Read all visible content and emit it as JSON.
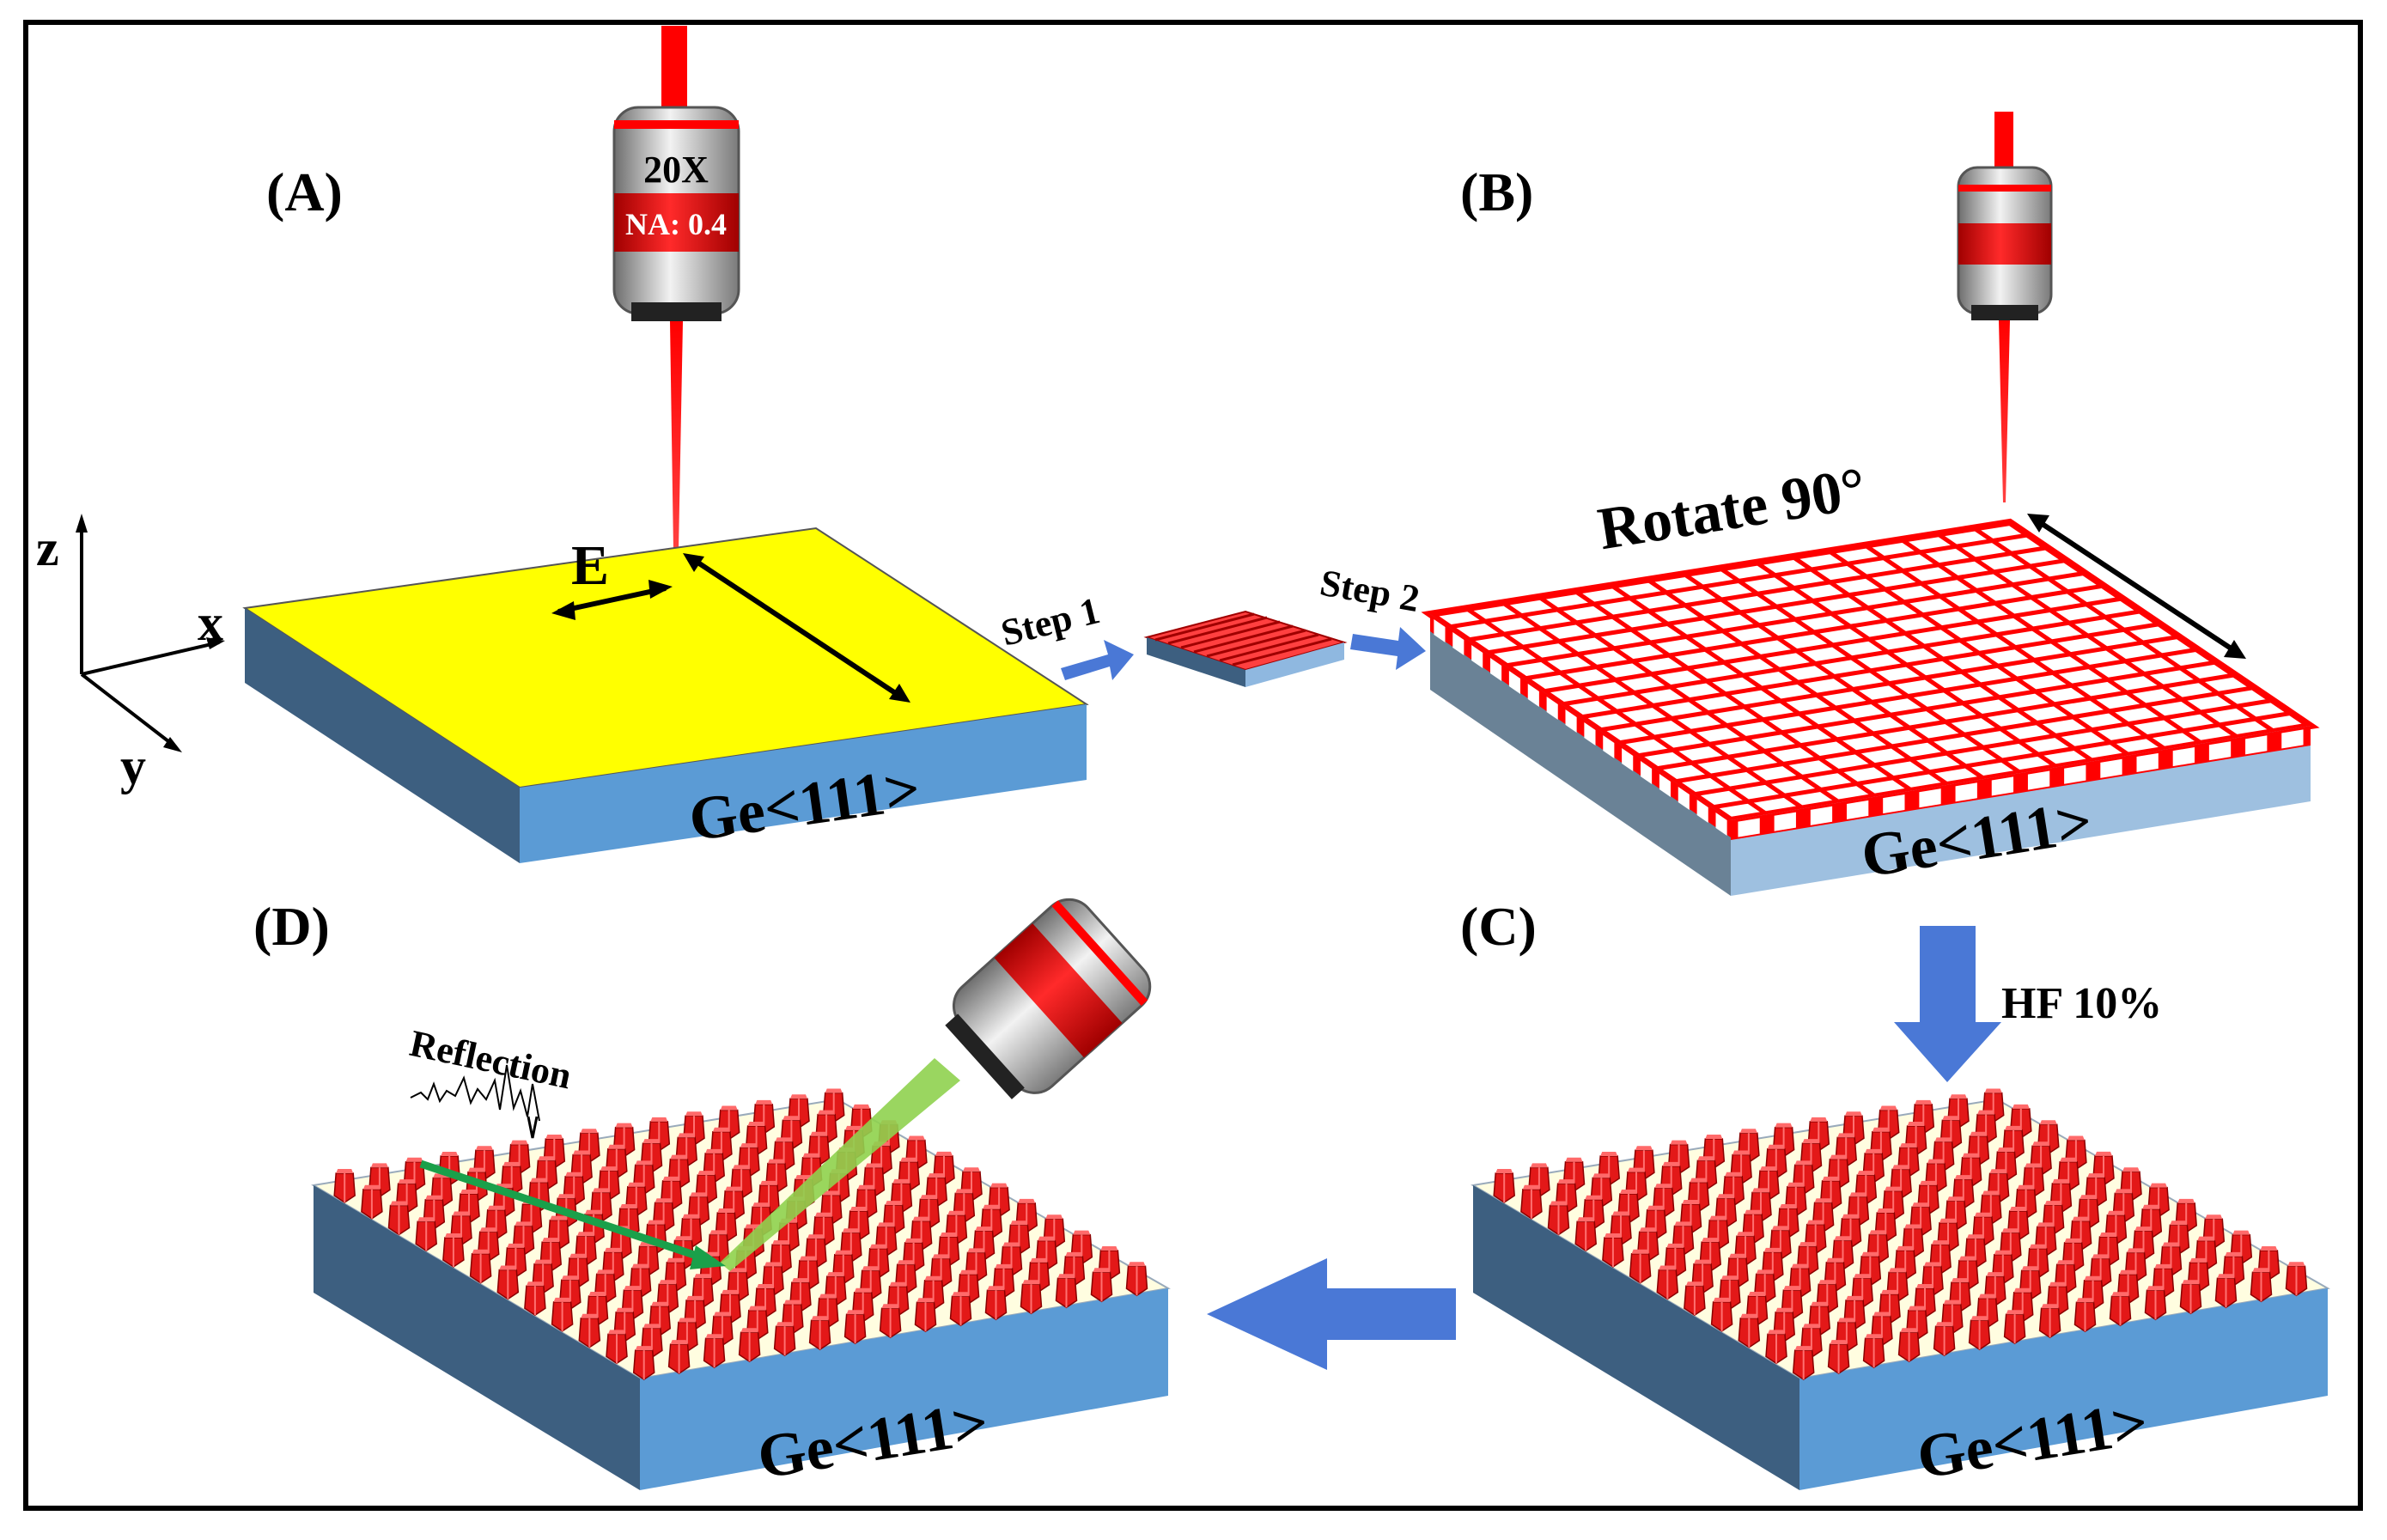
{
  "panels": {
    "a": {
      "label": "(A)"
    },
    "b": {
      "label": "(B)"
    },
    "c": {
      "label": "(C)"
    },
    "d": {
      "label": "(D)"
    }
  },
  "objective": {
    "magnification": "20X",
    "na": "NA: 0.4"
  },
  "axes": {
    "z": "z",
    "x": "x",
    "y": "y"
  },
  "field_label": "E",
  "substrate_label": "Ge<111>",
  "steps": {
    "step1": "Step 1",
    "step2": "Step 2"
  },
  "rotate_label": "Rotate 90°",
  "etch_label": "HF 10%",
  "reflection_label": "Reflection",
  "colors": {
    "substrate_top_a": "#ffff00",
    "substrate_front": "#5b9bd5",
    "substrate_side": "#3d5f80",
    "grating_red": "#ff0000",
    "pillar_red": "#e31818",
    "pillar_top": "#fffde0",
    "flow_arrow": "#4a78d6",
    "probe_beam": "#8fd14f",
    "reflected_beam": "#1aa04a"
  },
  "icons": {
    "objective": "objective-lens-icon",
    "laser": "laser-beam-icon",
    "arrow": "flow-arrow-icon"
  }
}
